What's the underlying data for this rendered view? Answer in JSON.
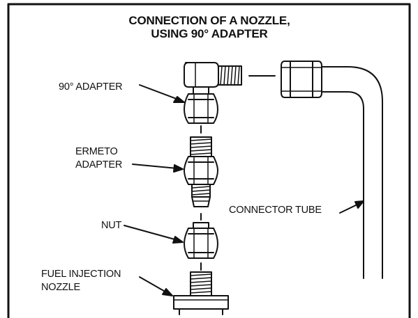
{
  "diagram": {
    "title_line1": "CONNECTION OF A NOZZLE,",
    "title_line2": "USING 90° ADAPTER",
    "labels": {
      "adapter_90": "90° ADAPTER",
      "ermeto_line1": "ERMETO",
      "ermeto_line2": "ADAPTER",
      "nut": "NUT",
      "nozzle_line1": "FUEL INJECTION",
      "nozzle_line2": "NOZZLE",
      "connector_tube": "CONNECTOR TUBE"
    },
    "colors": {
      "ink": "#111111",
      "background": "#ffffff"
    }
  }
}
